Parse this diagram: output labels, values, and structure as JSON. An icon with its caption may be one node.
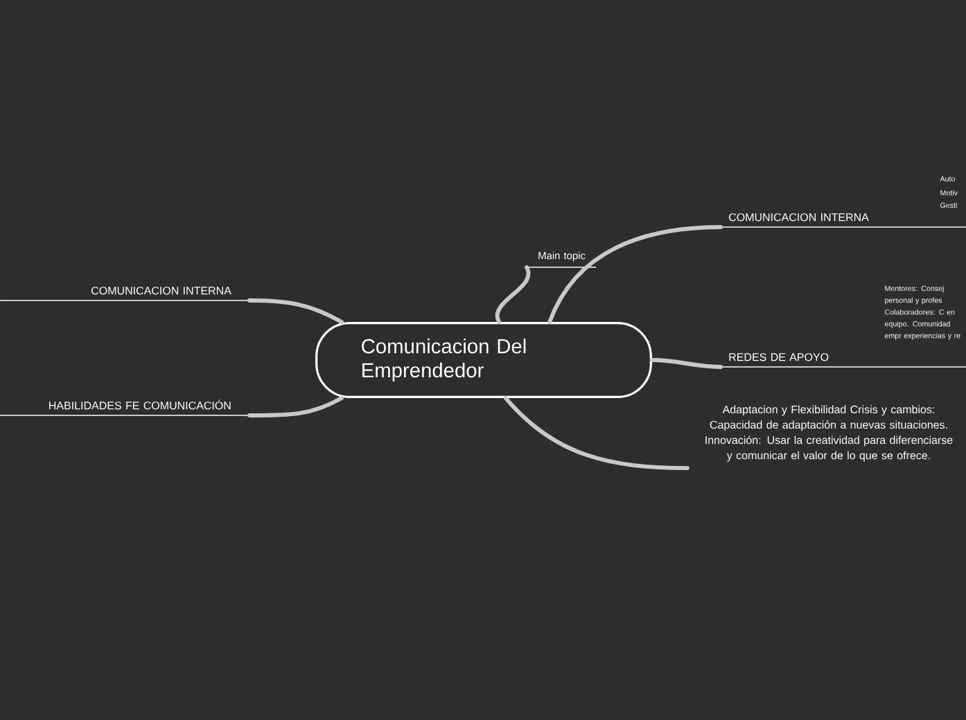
{
  "diagram": {
    "nodes": [
      {
        "text": [
          "Comunicacion Del Emprendedor"
        ]
      },
      {
        "text": [
          "Main topic"
        ]
      },
      {
        "text": [
          "COMUNICACION INTERNA"
        ],
        "beside": [
          "Auto",
          "Motiv",
          "Gesti"
        ]
      },
      {
        "text": [
          "REDES DE APOYO"
        ],
        "beside": [
          "Mentores: Consej personal y profes Colaboradores: C en equipo. Comunidad empr experiencias y re"
        ]
      },
      {
        "text": [
          "Adaptacion y Flexibilidad Crisis y cambios: Capacidad de adaptación a nuevas situaciones. Innovación: Usar la creatividad para diferenciarse y comunicar el valor de lo que se ofrece."
        ]
      },
      {
        "text": [
          "COMUNICACION INTERNA"
        ]
      },
      {
        "text": [
          "HABILIDADES FE COMUNICACIÓN"
        ]
      }
    ],
    "edges": [
      {
        "from": 0,
        "to": 1,
        "arrow": "none"
      },
      {
        "from": 0,
        "to": 2,
        "arrow": "none"
      },
      {
        "from": 0,
        "to": 3,
        "arrow": "none"
      },
      {
        "from": 0,
        "to": 4,
        "arrow": "none"
      },
      {
        "from": 0,
        "to": 5,
        "arrow": "none"
      },
      {
        "from": 0,
        "to": 6,
        "arrow": "none"
      }
    ]
  }
}
